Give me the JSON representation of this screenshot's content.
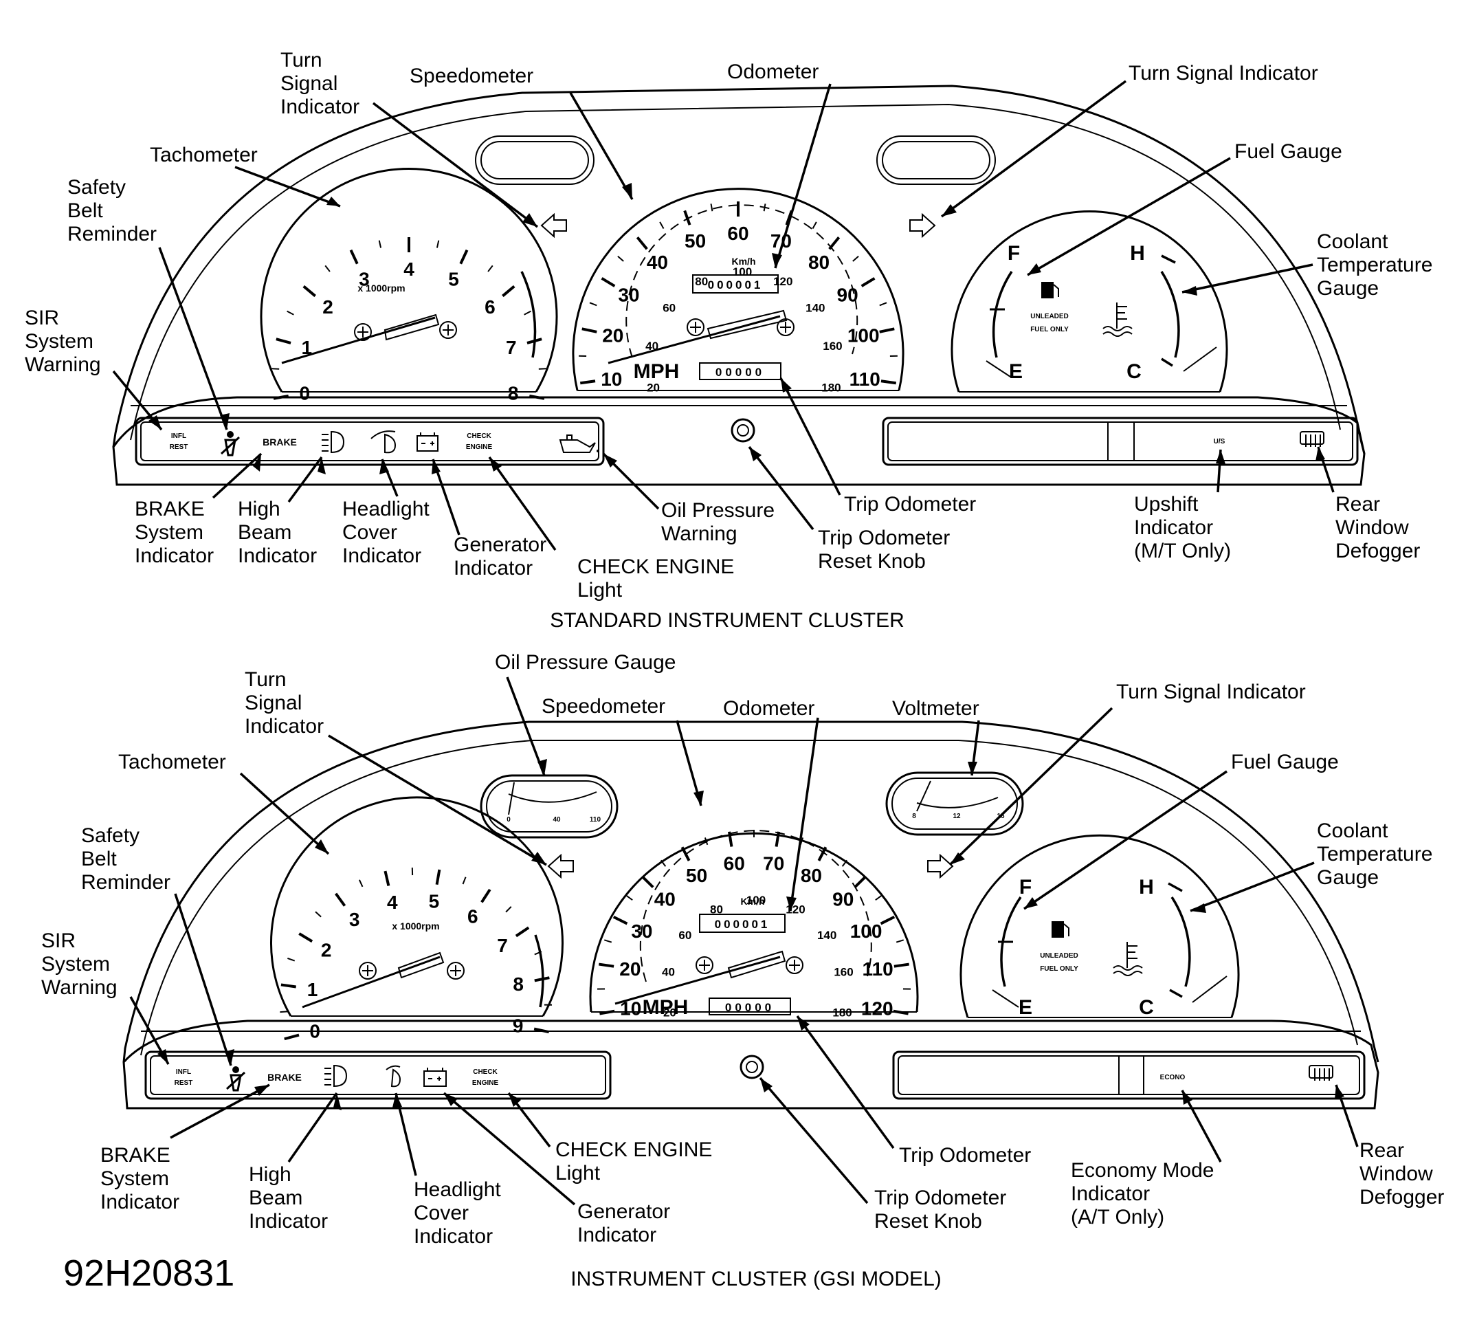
{
  "standard": {
    "title": "STANDARD INSTRUMENT CLUSTER",
    "callouts": {
      "turn_signal_left": [
        "Turn",
        "Signal",
        "Indicator"
      ],
      "speedometer": [
        "Speedometer"
      ],
      "odometer": [
        "Odometer"
      ],
      "turn_signal_right": [
        "Turn Signal Indicator"
      ],
      "tachometer": [
        "Tachometer"
      ],
      "fuel_gauge": [
        "Fuel Gauge"
      ],
      "safety_belt": [
        "Safety",
        "Belt",
        "Reminder"
      ],
      "coolant": [
        "Coolant",
        "Temperature",
        "Gauge"
      ],
      "sir": [
        "SIR",
        "System",
        "Warning"
      ],
      "brake": [
        "BRAKE",
        "System",
        "Indicator"
      ],
      "high_beam": [
        "High",
        "Beam",
        "Indicator"
      ],
      "headlight_cover": [
        "Headlight",
        "Cover",
        "Indicator"
      ],
      "generator": [
        "Generator",
        "Indicator"
      ],
      "check_engine": [
        "CHECK ENGINE",
        "Light"
      ],
      "oil_pressure": [
        "Oil Pressure",
        "Warning"
      ],
      "trip_reset": [
        "Trip Odometer",
        "Reset Knob"
      ],
      "trip_odometer": [
        "Trip Odometer"
      ],
      "upshift": [
        "Upshift",
        "Indicator",
        "(M/T Only)"
      ],
      "defogger": [
        "Rear",
        "Window",
        "Defogger"
      ]
    },
    "tach_numbers": [
      "0",
      "1",
      "2",
      "3",
      "4",
      "5",
      "6",
      "7",
      "8"
    ],
    "speed_numbers": [
      "10",
      "20",
      "30",
      "40",
      "50",
      "60",
      "70",
      "80",
      "90",
      "100",
      "110"
    ],
    "kmh_numbers": [
      "20",
      "40",
      "60",
      "80",
      "100",
      "120",
      "140",
      "160",
      "180"
    ],
    "upshift_label": "U/S"
  },
  "gsi": {
    "title": "INSTRUMENT CLUSTER (GSI MODEL)",
    "callouts": {
      "turn_signal_left": [
        "Turn",
        "Signal",
        "Indicator"
      ],
      "oil_pressure_gauge": [
        "Oil Pressure Gauge"
      ],
      "speedometer": [
        "Speedometer"
      ],
      "odometer": [
        "Odometer"
      ],
      "voltmeter": [
        "Voltmeter"
      ],
      "turn_signal_right": [
        "Turn Signal Indicator"
      ],
      "tachometer": [
        "Tachometer"
      ],
      "fuel_gauge": [
        "Fuel Gauge"
      ],
      "safety_belt": [
        "Safety",
        "Belt",
        "Reminder"
      ],
      "coolant": [
        "Coolant",
        "Temperature",
        "Gauge"
      ],
      "sir": [
        "SIR",
        "System",
        "Warning"
      ],
      "brake": [
        "BRAKE",
        "System",
        "Indicator"
      ],
      "high_beam": [
        "High",
        "Beam",
        "Indicator"
      ],
      "headlight_cover": [
        "Headlight",
        "Cover",
        "Indicator"
      ],
      "generator": [
        "Generator",
        "Indicator"
      ],
      "check_engine": [
        "CHECK ENGINE",
        "Light"
      ],
      "trip_odometer": [
        "Trip Odometer"
      ],
      "trip_reset": [
        "Trip Odometer",
        "Reset Knob"
      ],
      "economy": [
        "Economy Mode",
        "Indicator",
        "(A/T Only)"
      ],
      "defogger": [
        "Rear",
        "Window",
        "Defogger"
      ]
    },
    "tach_numbers": [
      "0",
      "1",
      "2",
      "3",
      "4",
      "5",
      "6",
      "7",
      "8",
      "9"
    ],
    "speed_numbers": [
      "10",
      "20",
      "30",
      "40",
      "50",
      "60",
      "70",
      "80",
      "90",
      "100",
      "110",
      "120"
    ],
    "kmh_numbers": [
      "20",
      "40",
      "60",
      "80",
      "100",
      "120",
      "140",
      "160",
      "180"
    ],
    "economy_label": "ECONO",
    "oil_gauge_numbers": [
      "0",
      "40",
      "110"
    ],
    "volt_gauge_numbers": [
      "8",
      "12",
      "16"
    ]
  },
  "cluster_text": {
    "tach_unit": "x 1000rpm",
    "kmh_unit": "Km/h",
    "mph": "MPH",
    "infl_rest": [
      "INFL",
      "REST"
    ],
    "brake": "BRAKE",
    "check_engine": [
      "CHECK",
      "ENGINE"
    ],
    "fuel_note": [
      "UNLEADED",
      "FUEL ONLY"
    ],
    "fuel_full": "F",
    "fuel_empty": "E",
    "temp_hot": "H",
    "temp_cold": "C",
    "odometer_reading": "000001",
    "trip_reading": "00000"
  },
  "figure_code": "92H20831"
}
